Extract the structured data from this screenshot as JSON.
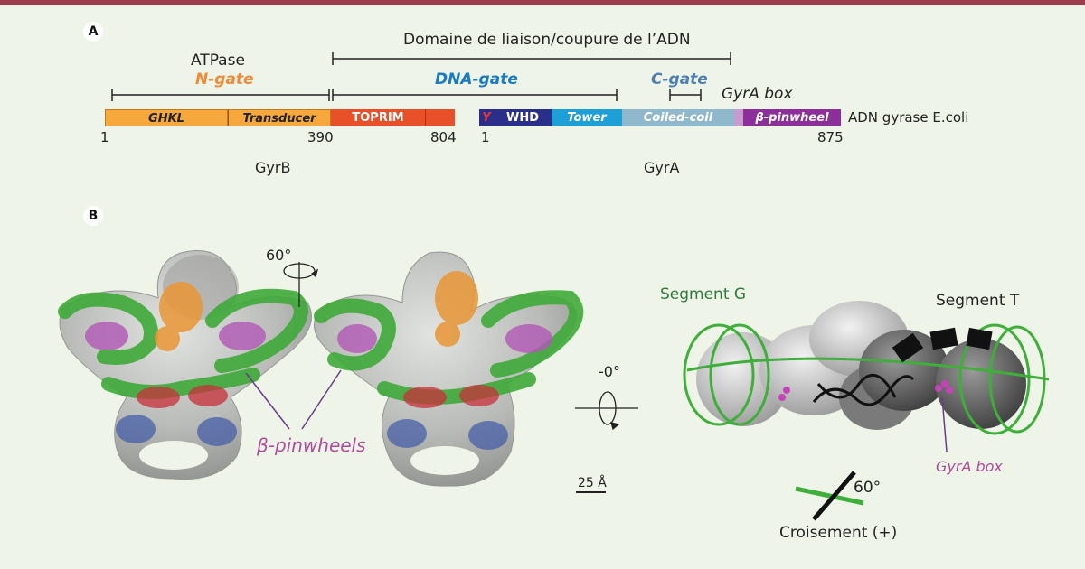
{
  "panel_a": {
    "label": "A",
    "domain_top": "Domaine de liaison/coupure de l’ADN",
    "atpase": "ATPase",
    "n_gate": "N-gate",
    "dna_gate": "DNA-gate",
    "c_gate": "C-gate",
    "gyra_box_top": "GyrA box",
    "species": "ADN gyrase E.coli",
    "gyrb": {
      "name": "GyrB",
      "segments": [
        "GHKL",
        "Transducer",
        "TOPRIM"
      ],
      "start": "1",
      "mid": "390",
      "end": "804"
    },
    "gyra": {
      "name": "GyrA",
      "segments": [
        "Y",
        "WHD",
        "Tower",
        "Coiled-coil",
        "β-pinwheel"
      ],
      "start": "1",
      "end": "875"
    }
  },
  "panel_b": {
    "label": "B",
    "rotation_1": "60°",
    "rotation_2": "-0°",
    "pinwheels": "β-pinwheels",
    "scale": "25 Å",
    "segment_g": "Segment G",
    "segment_t": "Segment T",
    "gyra_box": "GyrA box",
    "crossing_angle": "60°",
    "crossing": "Croisement (+)"
  },
  "colors": {
    "ghkl": "#f6a83c",
    "transducer": "#f6a83c",
    "toprim": "#e8502a",
    "y": "#2b2f8a",
    "whd": "#2b2f8a",
    "tower": "#1e9fd8",
    "coiled": "#8fb8cc",
    "pinwheel": "#8d2f9a",
    "n_gate": "#f08a3a",
    "dna_gate": "#1a7bc2",
    "c_gate": "#4f7fb2",
    "segment_g": "#2f7a3a",
    "gyra_box": "#b04a9c"
  }
}
